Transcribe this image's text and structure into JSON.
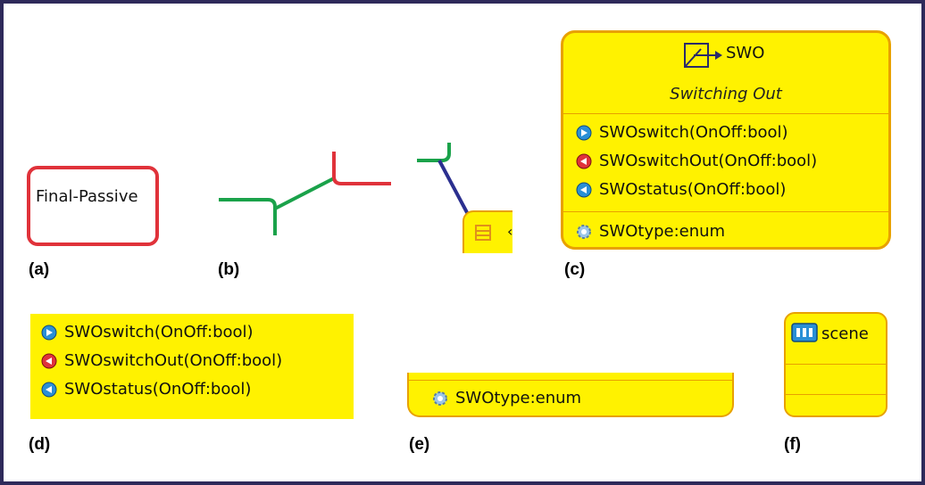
{
  "labels": {
    "a": "(a)",
    "b": "(b)",
    "c": "(c)",
    "d": "(d)",
    "e": "(e)",
    "f": "(f)"
  },
  "panel_a": {
    "state_name": "Final-Passive"
  },
  "panel_c": {
    "class_name": "SWO",
    "description": "Switching Out",
    "operations": [
      "SWOswitch(OnOff:bool)",
      "SWOswitchOut(OnOff:bool)",
      "SWOstatus(OnOff:bool)"
    ],
    "attribute": "SWOtype:enum"
  },
  "panel_d": {
    "operations": [
      "SWOswitch(OnOff:bool)",
      "SWOswitchOut(OnOff:bool)",
      "SWOstatus(OnOff:bool)"
    ]
  },
  "panel_e": {
    "attribute": "SWOtype:enum"
  },
  "panel_f": {
    "name": "scene"
  },
  "icons": {
    "op_in": "blue-right-arrow-icon",
    "op_out": "red-left-arrow-icon",
    "op_status": "blue-left-arrow-icon",
    "attribute": "gear-icon",
    "class": "switch-out-icon",
    "scene": "scene-icon"
  },
  "colors": {
    "box_fill": "#fff200",
    "box_border": "#e8a100",
    "state_border": "#e0323a",
    "link_green": "#1aa24a",
    "link_red": "#e0323a",
    "link_blue": "#2b2f8f",
    "frame": "#2e2a5a"
  }
}
